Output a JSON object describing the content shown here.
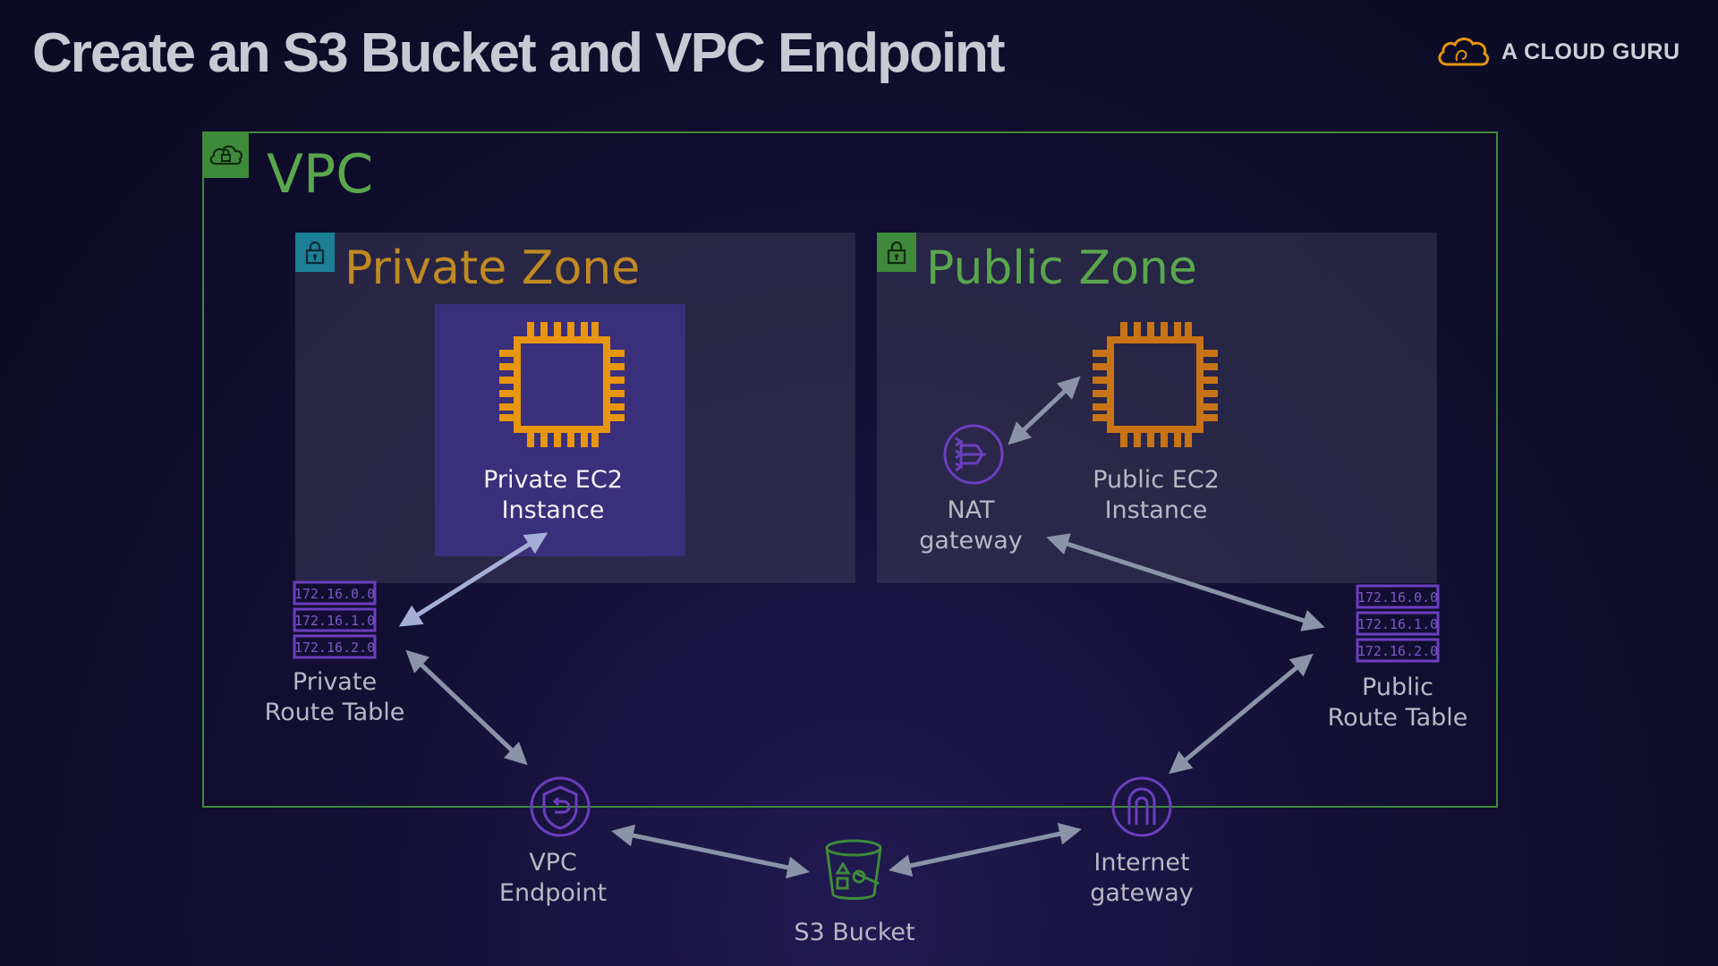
{
  "title": "Create an S3 Bucket and VPC Endpoint",
  "brand": {
    "name": "A CLOUD GURU"
  },
  "vpc": {
    "label": "VPC"
  },
  "zones": {
    "private": {
      "title": "Private Zone"
    },
    "public": {
      "title": "Public Zone"
    }
  },
  "nodes": {
    "private_ec2": "Private EC2\nInstance",
    "public_ec2": "Public EC2\nInstance",
    "nat_gateway": "NAT\ngateway",
    "private_route_table": "Private\nRoute Table",
    "public_route_table": "Public\nRoute Table",
    "vpc_endpoint": "VPC\nEndpoint",
    "internet_gateway": "Internet\ngateway",
    "s3_bucket": "S3 Bucket"
  },
  "route_table_entries": [
    "172.16.0.0",
    "172.16.1.0",
    "172.16.2.0"
  ],
  "colors": {
    "vpc_green": "#3f8a3a",
    "private_orange": "#c08a22",
    "public_green": "#5aa64d",
    "chip_orange": "#e8960f",
    "chip_orange_dim": "#c87416",
    "service_purple": "#6b3fbf",
    "arrow": "#8a93a8"
  }
}
